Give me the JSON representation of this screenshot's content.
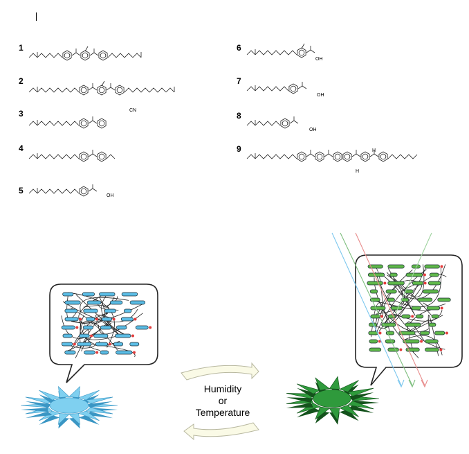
{
  "compounds": [
    {
      "id": "1"
    },
    {
      "id": "2"
    },
    {
      "id": "3",
      "tail": "CN"
    },
    {
      "id": "4"
    },
    {
      "id": "5",
      "tail": "OH"
    },
    {
      "id": "6",
      "tail": "OH"
    },
    {
      "id": "7",
      "tail": "OH"
    },
    {
      "id": "8",
      "tail": "OH"
    },
    {
      "id": "9",
      "tail": "H"
    }
  ],
  "stimulus": {
    "line1": "Humidity",
    "line2": "or",
    "line3": "Temperature"
  },
  "colors": {
    "blue_state": "#5bbde6",
    "green_state": "#2c8a3c",
    "dot": "#e23c3c",
    "arrow_fill": "#fafae6"
  }
}
